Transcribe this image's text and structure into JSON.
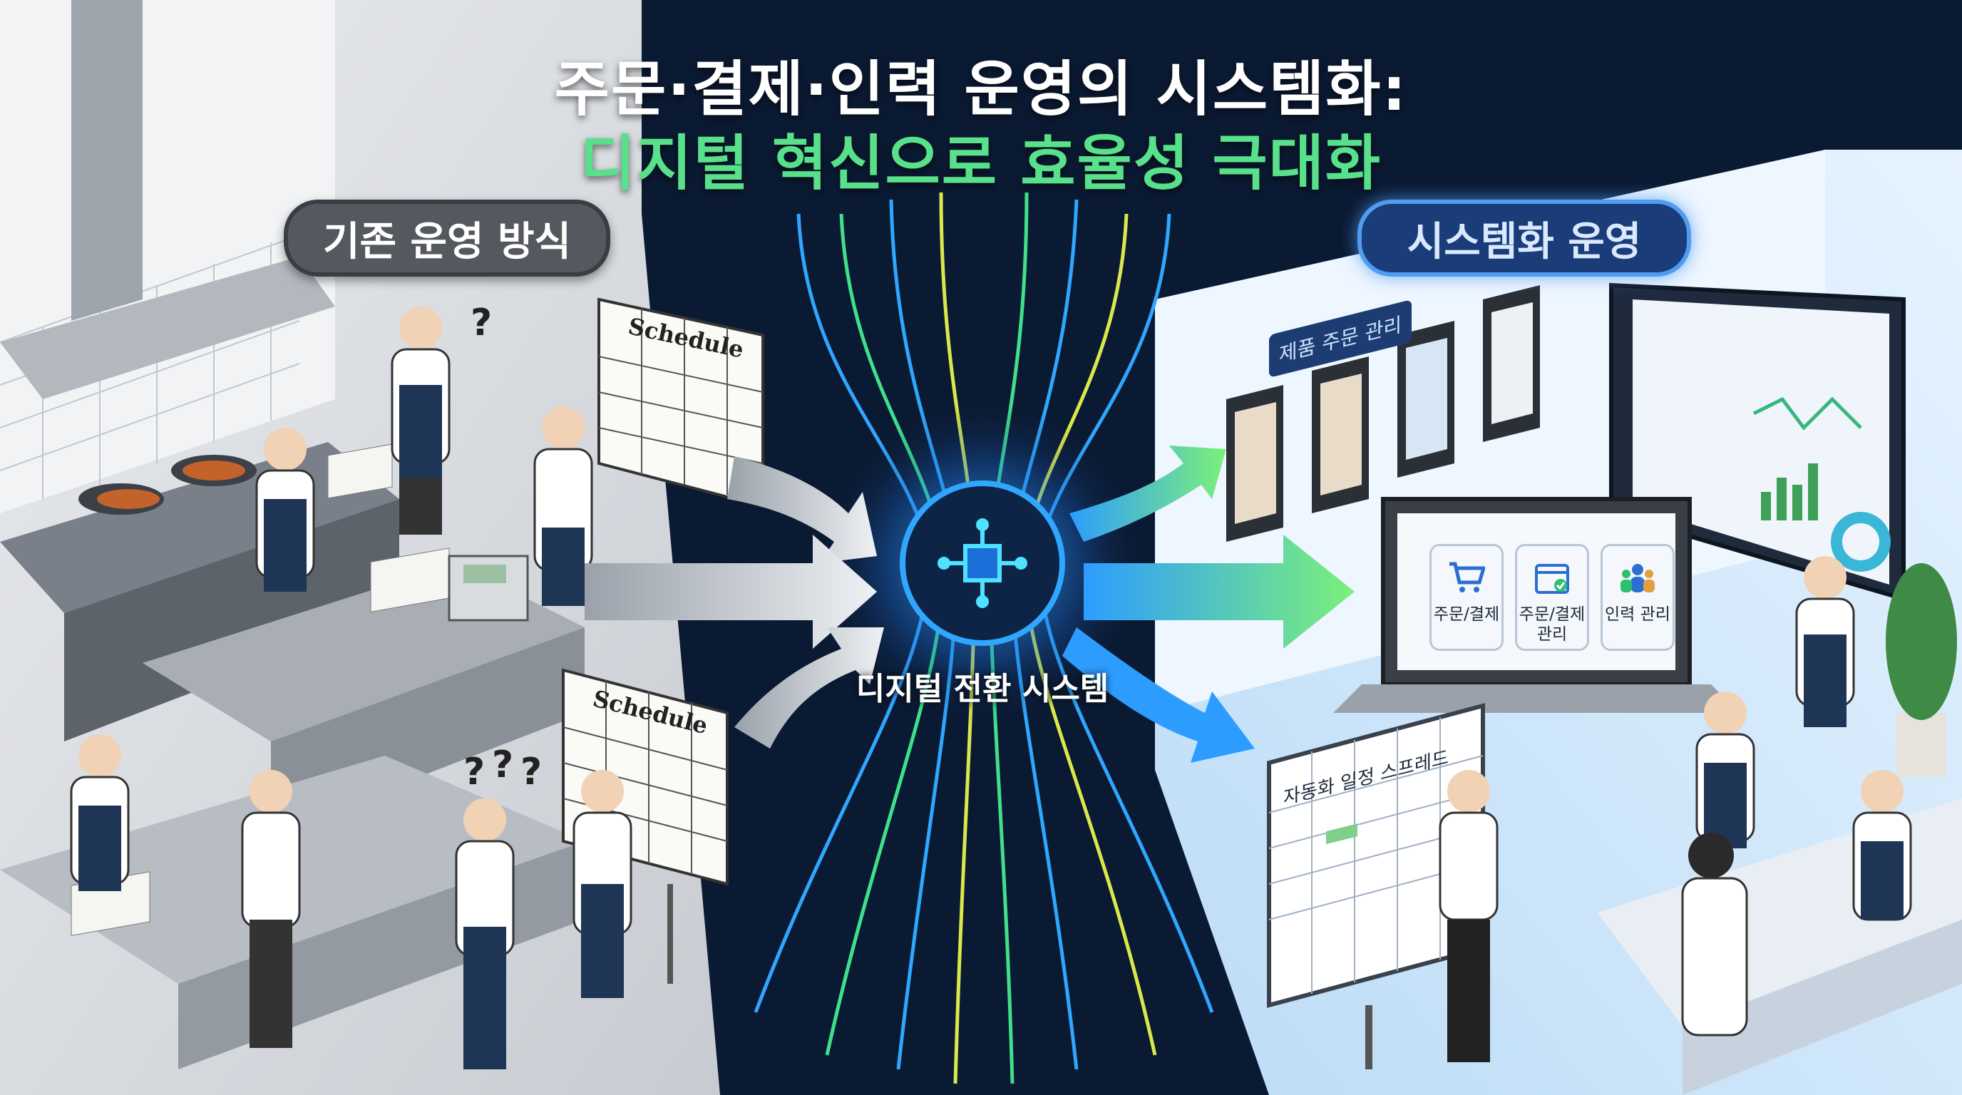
{
  "title": {
    "line1": "주문·결제·인력 운영의 시스템화:",
    "line2": "디지털 혁신으로 효율성 극대화"
  },
  "left_panel": {
    "label": "기존 운영 방식",
    "schedule_board_1": "Schedule",
    "schedule_board_2": "Schedule"
  },
  "center": {
    "hub_label": "디지털 전환 시스템"
  },
  "right_panel": {
    "label": "시스템화 운영",
    "kiosk_tag": "제품 주문 관리",
    "apps": [
      {
        "label": "주문/결제",
        "icon": "cart-icon"
      },
      {
        "label": "주문/결제\n관리",
        "icon": "calendar-check-icon"
      },
      {
        "label": "인력 관리",
        "icon": "team-icon"
      }
    ],
    "board_title": "자동화 일정 스프레드"
  },
  "colors": {
    "background": "#0b1a33",
    "title_accent": "#58e08a",
    "left_room": "#dfe2e6",
    "right_room": "#d9ecfb",
    "stream_blue": "#2fa7ff",
    "stream_green": "#3fe08a",
    "stream_yellow": "#d9e84a"
  }
}
